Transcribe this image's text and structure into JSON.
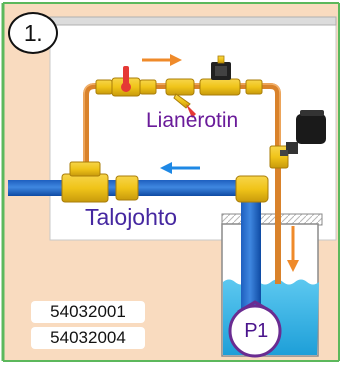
{
  "step_number": "1.",
  "labels": {
    "mixer": "Lianerotin",
    "main_pipe": "Talojohto",
    "pump": "P1"
  },
  "product_codes": [
    "54032001",
    "54032004"
  ],
  "colors": {
    "wall": "#f9dbbf",
    "border_green": "#5cb85c",
    "water_pipe": "#1565c0",
    "copper_pipe": "#d9822b",
    "brass": "#f0c419",
    "water": "#35b5e8",
    "flow_arrow": "#ef8a2a",
    "main_flow_arrow": "#1e88e5",
    "valve_handle": "#e53935",
    "text_purple": "#6a1b9a"
  },
  "icons": {
    "pump": "pump-circle-icon",
    "valve": "ball-valve-icon",
    "solenoid": "solenoid-valve-icon",
    "actuator": "black-actuator-icon",
    "arrows": "flow-arrow-icon"
  }
}
